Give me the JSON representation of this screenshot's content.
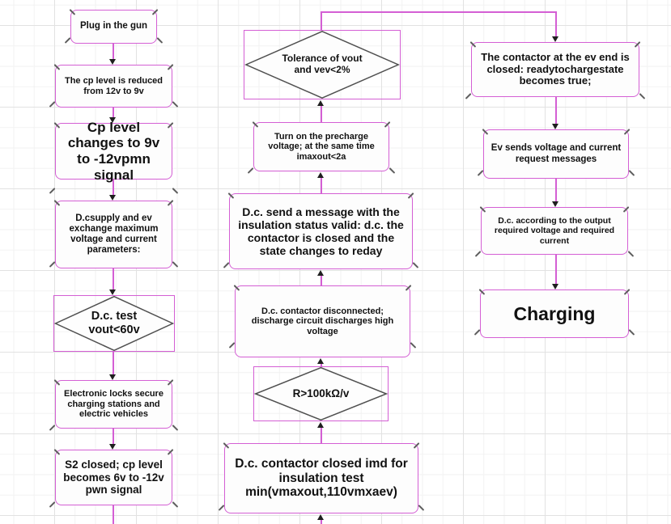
{
  "app": {
    "title": "EV DC charging process flowchart"
  },
  "colors": {
    "accent": "#d45fd4",
    "diamond_stroke": "#4f4f4f",
    "arrow": "#1f1f1f",
    "text": "#111111",
    "grid_major": "#e2e2e2",
    "grid_minor": "#f2f2f2",
    "node_fill": "#fdfdfd"
  },
  "nodes": {
    "plug_in_gun": "Plug in the gun",
    "cp_reduced": "The cp level is reduced from 12v to 9v",
    "cp_changes": "Cp level changes to 9v to -12vpmn signal",
    "dc_supply_exchange": "D.csupply and ev exchange maximum voltage and current parameters:",
    "dc_test": "D.c. test vout<60v",
    "electronic_locks": "Electronic locks secure charging stations and electric vehicles",
    "s2_closed": "S2 closed; cp level becomes 6v to -12v pwn signal",
    "tolerance": "Tolerance of vout and vev<2%",
    "turn_on_precharge": "Turn on the precharge voltage; at the same time imaxout<2a",
    "dc_send_message": "D.c. send a message with the insulation status valid: d.c. the contactor is closed and the state changes to reday",
    "dc_contactor_disconnected": "D.c. contactor disconnected; discharge circuit discharges high voltage",
    "r_test": "R>100kΩ/v",
    "dc_contactor_closed_imd": "D.c. contactor closed imd for insulation test min(vmaxout,110vmxaev)",
    "contactor_ev_end": "The contactor at the ev end is closed: readytochargestate becomes true;",
    "ev_sends": "Ev sends voltage and current request messages",
    "dc_according": "D.c. according to the output required voltage and required current",
    "charging": "Charging"
  }
}
